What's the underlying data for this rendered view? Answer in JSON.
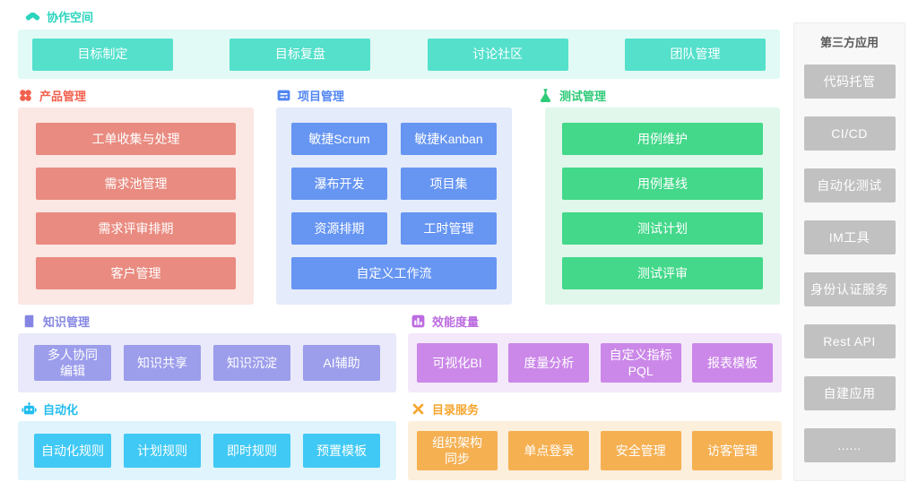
{
  "collab": {
    "title": "协作空间",
    "icon": "handshake-icon",
    "accent_color": "#2BD4BD",
    "panel_bg": "#E1FAF5",
    "block_bg": "#54E0CB",
    "items": [
      "目标制定",
      "目标复盘",
      "讨论社区",
      "团队管理"
    ]
  },
  "product": {
    "title": "产品管理",
    "icon": "dots-grid-icon",
    "accent_color": "#F2614E",
    "panel_bg": "#FBE7E4",
    "block_bg": "#E98B80",
    "items": [
      "工单收集与处理",
      "需求池管理",
      "需求评审排期",
      "客户管理"
    ]
  },
  "project": {
    "title": "项目管理",
    "icon": "kanban-folder-icon",
    "accent_color": "#5186F2",
    "panel_bg": "#E4EBFA",
    "block_bg": "#6695F2",
    "items": [
      "敏捷Scrum",
      "敏捷Kanban",
      "瀑布开发",
      "项目集",
      "资源排期",
      "工时管理",
      "自定义工作流"
    ]
  },
  "test": {
    "title": "测试管理",
    "icon": "flask-icon",
    "accent_color": "#2FCB78",
    "panel_bg": "#E1F7EB",
    "block_bg": "#43D88A",
    "items": [
      "用例维护",
      "用例基线",
      "测试计划",
      "测试评审"
    ]
  },
  "knowledge": {
    "title": "知识管理",
    "icon": "book-icon",
    "accent_color": "#8586E3",
    "panel_bg": "#E9E9FB",
    "block_bg": "#9C9DEB",
    "items": [
      "多人协同编辑",
      "知识共享",
      "知识沉淀",
      "AI辅助"
    ]
  },
  "metrics": {
    "title": "效能度量",
    "icon": "bar-chart-icon",
    "accent_color": "#BC6CE0",
    "panel_bg": "#F4E8FB",
    "block_bg": "#CB88E8",
    "items": [
      "可视化BI",
      "度量分析",
      "自定义指标PQL",
      "报表模板"
    ]
  },
  "automation": {
    "title": "自动化",
    "icon": "robot-icon",
    "accent_color": "#22BCEF",
    "panel_bg": "#DFF4FD",
    "block_bg": "#40C9F4",
    "items": [
      "自动化规则",
      "计划规则",
      "即时规则",
      "预置模板"
    ]
  },
  "directory": {
    "title": "目录服务",
    "icon": "crossed-tools-icon",
    "accent_color": "#F5A630",
    "panel_bg": "#FCEFDC",
    "block_bg": "#F5B052",
    "items": [
      "组织架构同步",
      "单点登录",
      "安全管理",
      "访客管理"
    ]
  },
  "third_party": {
    "title": "第三方应用",
    "title_color": "#595959",
    "panel_bg": "#F8F8F8",
    "panel_border": "#EDEDED",
    "block_bg": "#C1C1C1",
    "items": [
      "代码托管",
      "CI/CD",
      "自动化测试",
      "IM工具",
      "身份认证服务",
      "Rest API",
      "自建应用",
      "......"
    ]
  }
}
